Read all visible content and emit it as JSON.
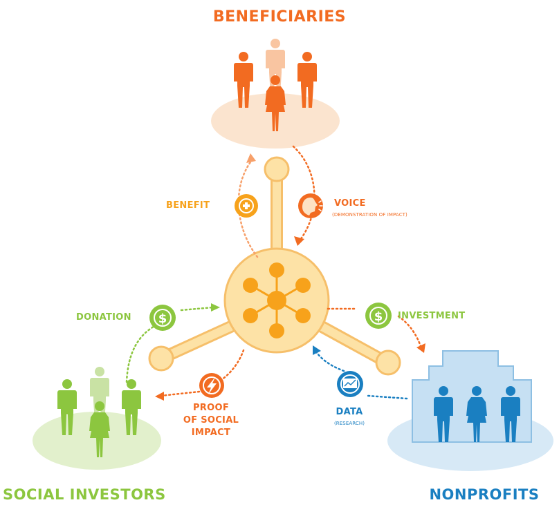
{
  "colors": {
    "orange": "#f26b21",
    "orange_light": "#f7b07d",
    "hub": "#fde2a6",
    "hub_stroke": "#f6bf6a",
    "hub_dot": "#f7a21b",
    "green": "#8cc63f",
    "green_light": "#c9e2a4",
    "blue": "#1a7fc1",
    "blue_light": "#bfdcf0"
  },
  "groups": {
    "beneficiaries": "BENEFICIARIES",
    "social_investors": "SOCIAL INVESTORS",
    "nonprofits": "NONPROFITS"
  },
  "flows": {
    "benefit": "BENEFIT",
    "voice": "VOICE",
    "voice_sub": "(DEMONSTRATION OF IMPACT)",
    "donation": "DONATION",
    "investment": "INVESTMENT",
    "proof_line1": "PROOF",
    "proof_line2": "OF SOCIAL",
    "proof_line3": "IMPACT",
    "data": "DATA",
    "data_sub": "(RESEARCH)"
  },
  "icons": {
    "benefit": "plus-icon",
    "voice": "speaking-head-icon",
    "donation": "dollar-icon",
    "investment": "dollar-icon",
    "proof": "lightning-icon",
    "data": "chart-screen-icon",
    "hub": "network-hub-icon",
    "person": "person-icon"
  },
  "symbols": {
    "dollar": "$",
    "plus": "+"
  }
}
